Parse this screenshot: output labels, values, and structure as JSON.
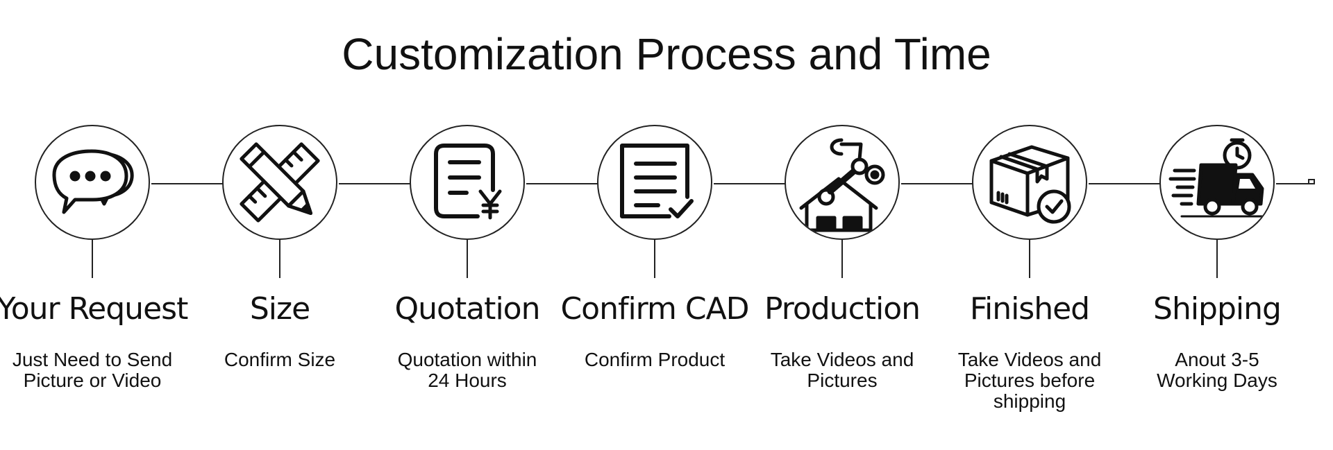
{
  "title": "Customization Process and Time",
  "colors": {
    "line": "#222222",
    "text": "#111111",
    "background": "#ffffff"
  },
  "steps": [
    {
      "title": "Your Request",
      "icon": "chat-bubbles-icon",
      "description": [
        "Just Need to Send",
        "Picture or Video"
      ]
    },
    {
      "title": "Size",
      "icon": "pencil-ruler-icon",
      "description": [
        "Confirm Size"
      ]
    },
    {
      "title": "Quotation",
      "icon": "quotation-document-yen-icon",
      "description": [
        "Quotation within",
        "24 Hours"
      ]
    },
    {
      "title": "Confirm CAD",
      "icon": "document-check-icon",
      "description": [
        "Confirm Product"
      ]
    },
    {
      "title": "Production",
      "icon": "factory-robot-arm-icon",
      "description": [
        "Take Videos and",
        "Pictures"
      ]
    },
    {
      "title": "Finished",
      "icon": "package-check-icon",
      "description": [
        "Take Videos and",
        "Pictures before",
        "shipping"
      ]
    },
    {
      "title": "Shipping",
      "icon": "delivery-truck-icon",
      "description": [
        "Anout 3-5",
        "Working Days"
      ]
    }
  ]
}
